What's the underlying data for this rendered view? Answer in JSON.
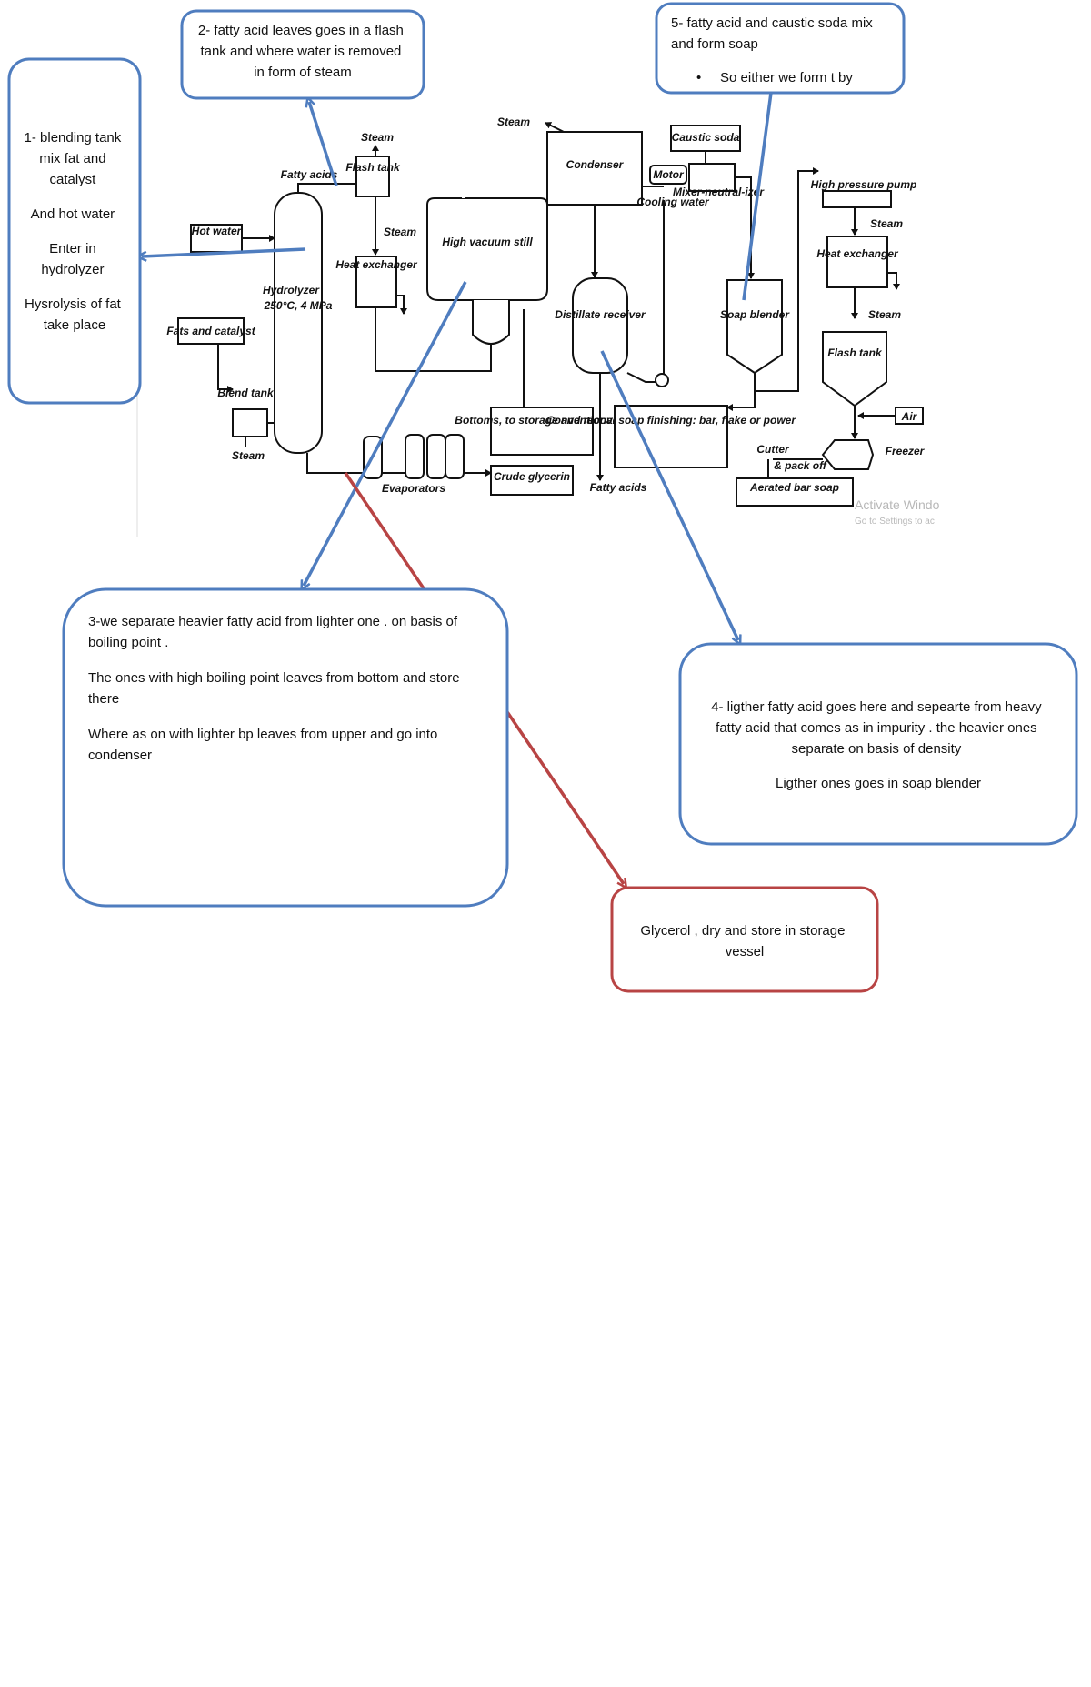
{
  "colors": {
    "callout_blue": "#4f7dbf",
    "callout_red": "#b84444",
    "diagram_ink": "#111111",
    "watermark": "#b8b8b8"
  },
  "diagram": {
    "labels": {
      "hot_water": "Hot water",
      "fats_catalyst": "Fats and catalyst",
      "blend_tank": "Blend tank",
      "steam_blend": "Steam",
      "hydrolyzer": "Hydrolyzer",
      "hydrolyzer_cond": "250°C, 4 MPa",
      "fatty_acids_top": "Fatty acids",
      "steam_flash": "Steam",
      "flash_tank_left": "Flash tank",
      "steam_hx": "Steam",
      "heat_exchanger_left": "Heat exchanger",
      "evaporators": "Evaporators",
      "crude_glycerin": "Crude glycerin",
      "high_vacuum_still": "High vacuum still",
      "bottoms": "Bottoms, to storage and recovery",
      "steam_condenser": "Steam",
      "condenser": "Condenser",
      "cooling_water": "Cooling water",
      "distillate_receiver": "Distillate receiver",
      "fatty_acids_out": "Fatty acids",
      "caustic_soda": "Caustic soda",
      "motor": "Motor",
      "mixer_neutralizer": "Mixer-neutral-izer",
      "soap_blender": "Soap blender",
      "conventional_finishing": "Conventional soap finishing: bar, flake or power",
      "high_pressure_pump": "High pressure pump",
      "steam_right1": "Steam",
      "heat_exchanger_right": "Heat exchanger",
      "steam_right2": "Steam",
      "flash_tank_right": "Flash tank",
      "air": "Air",
      "freezer": "Freezer",
      "cutter": "Cutter",
      "pack_off": "& pack off",
      "aerated_bar_soap": "Aerated bar soap",
      "watermark_line1": "Activate Windo",
      "watermark_line2": "Go to Settings to ac"
    }
  },
  "callouts": {
    "c1": {
      "lines": [
        "1- blending tank",
        "mix fat and",
        "catalyst",
        "And hot water",
        "Enter in",
        "hydrolyzer",
        "Hysrolysis of fat",
        "take place"
      ]
    },
    "c2": {
      "lines": [
        "2- fatty acid leaves goes in a flash",
        "tank and where water is removed",
        "in form of steam"
      ]
    },
    "c3": {
      "lines": [
        "3-we separate heavier fatty acid from lighter one . on basis of",
        "boiling point .",
        "The ones with high boiling point leaves from bottom and store",
        "there",
        "Where as on with lighter bp leaves from upper and go into",
        "condenser"
      ]
    },
    "c4": {
      "lines": [
        "4- ligther fatty acid goes here and sepearte from heavy",
        "fatty acid that comes as in impurity . the heavier ones",
        "separate on basis of density",
        "Ligther ones goes in soap blender"
      ]
    },
    "c5": {
      "lines": [
        "5- fatty acid and caustic soda mix",
        "and form soap",
        "So either we form t by"
      ],
      "bullet": "•"
    },
    "c6": {
      "lines": [
        "Glycerol , dry and store in storage",
        "vessel"
      ]
    }
  }
}
